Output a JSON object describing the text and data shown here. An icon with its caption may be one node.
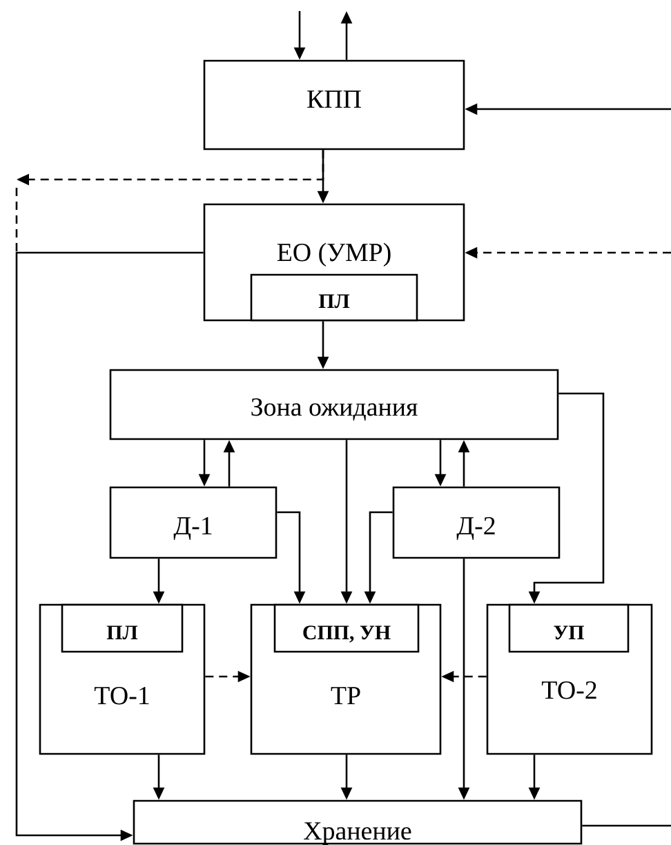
{
  "diagram": {
    "nodes": [
      {
        "text": [
          "КПП"
        ]
      },
      {
        "text": [
          "ЕО (УМР)"
        ]
      },
      {
        "text": [
          "**ПЛ**"
        ],
        "in": 1
      },
      {
        "text": [
          "Зона ожидания"
        ]
      },
      {
        "text": [
          "Д-1"
        ]
      },
      {
        "text": [
          "Д-2"
        ]
      },
      {
        "text": [
          "ТО-1"
        ]
      },
      {
        "text": [
          "**ПЛ**"
        ],
        "in": 6
      },
      {
        "text": [
          "ТР"
        ]
      },
      {
        "text": [
          "**СПП, УН**"
        ],
        "in": 8
      },
      {
        "text": [
          "ТО-2"
        ]
      },
      {
        "text": [
          "**УП**"
        ],
        "in": 10
      },
      {
        "text": [
          "Хранение"
        ]
      }
    ],
    "edges": [
      {
        "from": null,
        "to": 0,
        "arrow": "to"
      },
      {
        "from": 0,
        "to": null,
        "arrow": "to"
      },
      {
        "from": null,
        "to": 0,
        "arrow": "to"
      },
      {
        "from": 0,
        "to": 1,
        "arrow": "to"
      },
      {
        "from": 0,
        "to": null,
        "arrow": "to",
        "style": "dashed"
      },
      {
        "from": 1,
        "to": 12,
        "arrow": "to"
      },
      {
        "from": null,
        "to": 1,
        "arrow": "to",
        "style": "dashed"
      },
      {
        "from": 1,
        "to": 3,
        "arrow": "to"
      },
      {
        "from": 3,
        "to": 4,
        "arrow": "to"
      },
      {
        "from": 4,
        "to": 3,
        "arrow": "to"
      },
      {
        "from": 3,
        "to": 8,
        "arrow": "to"
      },
      {
        "from": 3,
        "to": 5,
        "arrow": "to"
      },
      {
        "from": 5,
        "to": 3,
        "arrow": "to"
      },
      {
        "from": 3,
        "to": 10,
        "arrow": "to"
      },
      {
        "from": 4,
        "to": 6,
        "arrow": "to"
      },
      {
        "from": 4,
        "to": 8,
        "arrow": "to"
      },
      {
        "from": 5,
        "to": 8,
        "arrow": "to"
      },
      {
        "from": 5,
        "to": 12,
        "arrow": "to"
      },
      {
        "from": 6,
        "to": 8,
        "arrow": "to",
        "style": "dashed"
      },
      {
        "from": 10,
        "to": 8,
        "arrow": "to",
        "style": "dashed"
      },
      {
        "from": 6,
        "to": 12,
        "arrow": "to"
      },
      {
        "from": 8,
        "to": 12,
        "arrow": "to"
      },
      {
        "from": 10,
        "to": 12,
        "arrow": "to"
      },
      {
        "from": 12,
        "to": null,
        "arrow": "none"
      }
    ]
  }
}
